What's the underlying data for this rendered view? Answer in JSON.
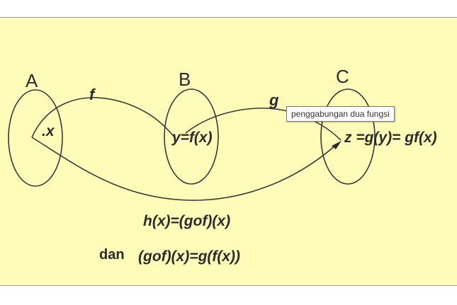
{
  "sets": {
    "a": "A",
    "b": "B",
    "c": "C"
  },
  "functions": {
    "f": "f",
    "g": "g"
  },
  "elements": {
    "x": ".x",
    "y": "y=f(x)",
    "z": "z =g(y)= gf(x)"
  },
  "composition": {
    "h": "h(x)=(gof)(x)",
    "dan_word": "dan",
    "dan_expr": "(gof)(x)=g(f(x))"
  },
  "tooltip": {
    "text": "penggabungan dua fungsi"
  },
  "colors": {
    "background": "#fffbb8",
    "ink": "#2b2b2b"
  }
}
